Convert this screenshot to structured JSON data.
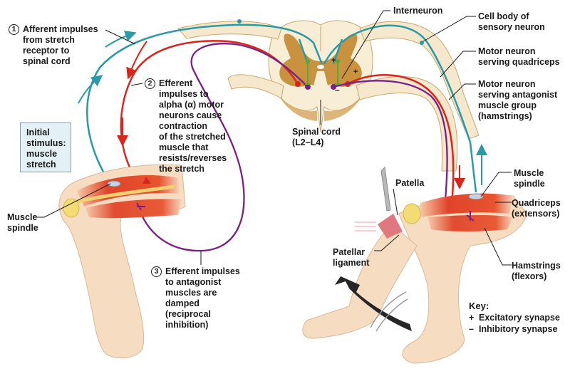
{
  "diagram": {
    "title": "Stretch reflex (knee-jerk) with reciprocal inhibition",
    "steps": [
      {
        "number": "1",
        "text": "Afferent impulses\nfrom stretch\nreceptor to\nspinal cord"
      },
      {
        "number": "2",
        "text": "Efferent\nimpulses to\nalpha (α) motor\nneurons cause\ncontraction\nof the stretched\nmuscle that\nresists/reverses\nthe stretch"
      },
      {
        "number": "3",
        "text": "Efferent impulses\nto antagonist\nmuscles are\ndamped\n(reciprocal\ninhibition)"
      }
    ],
    "initial_stimulus": "Initial\nstimulus:\nmuscle\nstretch",
    "labels": {
      "muscle_spindle_left": "Muscle\nspindle",
      "interneuron": "Interneuron",
      "cell_body": "Cell body of\nsensory neuron",
      "motor_quadriceps": "Motor neuron\nserving quadriceps",
      "motor_antagonist": "Motor neuron\nserving antagonist\nmuscle group\n(hamstrings)",
      "spinal_cord": "Spinal cord",
      "spinal_cord_levels": "(L2–L4)",
      "patella": "Patella",
      "patellar_ligament": "Patellar\nligament",
      "muscle_spindle_right": "Muscle\nspindle",
      "quadriceps": "Quadriceps\n(extensors)",
      "hamstrings": "Hamstrings\n(flexors)"
    },
    "synapse_marks": {
      "excitatory": "+",
      "inhibitory": "–"
    },
    "key": {
      "title": "Key:",
      "items": [
        {
          "symbol": "+",
          "label": "Excitatory synapse"
        },
        {
          "symbol": "–",
          "label": "Inhibitory synapse"
        }
      ]
    },
    "colors": {
      "sensory_neuron": "#2a9aa6",
      "motor_neuron": "#d8261c",
      "antagonist_neuron": "#7b1f86",
      "interneuron": "#5aa83a",
      "nerve_sheath": "#f5e8cc",
      "gray_matter": "#c8923e",
      "skin": "#f6dcc0",
      "muscle": "#e0442a",
      "stimulus_box": "#e3f1f7",
      "arrow": "#262626"
    }
  }
}
